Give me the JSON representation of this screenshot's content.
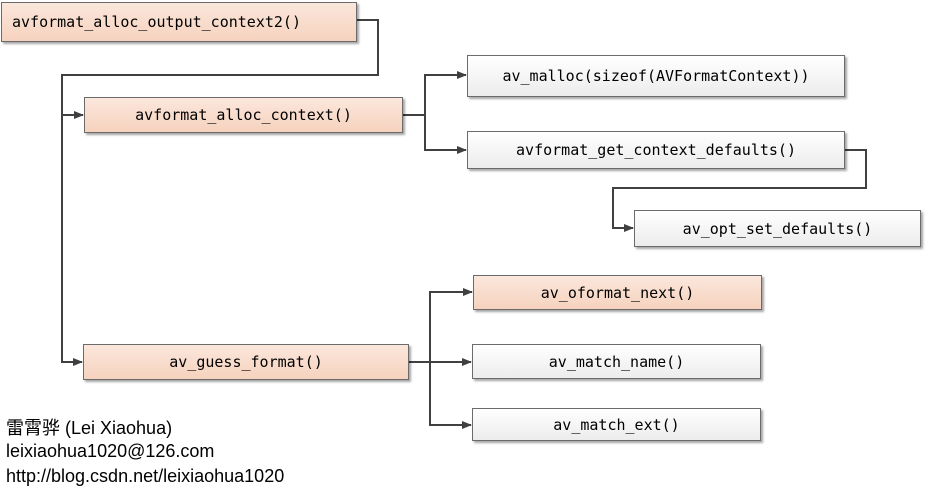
{
  "nodes": {
    "alloc_output_context2": "avformat_alloc_output_context2()",
    "alloc_context": "avformat_alloc_context()",
    "malloc": "av_malloc(sizeof(AVFormatContext))",
    "get_context_defaults": "avformat_get_context_defaults()",
    "opt_set_defaults": "av_opt_set_defaults()",
    "oformat_next": "av_oformat_next()",
    "guess_format": "av_guess_format()",
    "match_name": "av_match_name()",
    "match_ext": "av_match_ext()"
  },
  "credit": {
    "author": "雷霄骅 (Lei Xiaohua)",
    "email": "leixiaohua1020@126.com",
    "url": "http://blog.csdn.net/leixiaohua1020"
  },
  "colors": {
    "orange_fill": "#f6d2be",
    "gray_fill": "#ececec",
    "connector": "#404040"
  }
}
